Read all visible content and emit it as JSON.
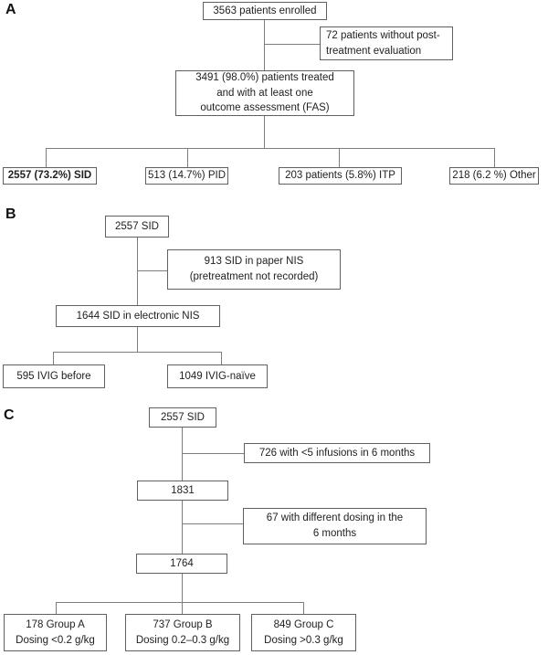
{
  "figure": {
    "panelA": {
      "label": "A",
      "enrolled": "3563 patients enrolled",
      "excluded_line1": "72 patients without post-",
      "excluded_line2": "treatment evaluation",
      "fas_line1": "3491 (98.0%) patients treated",
      "fas_line2": "and with at least one",
      "fas_line3": "outcome assessment (FAS)",
      "sid": "2557 (73.2%) SID",
      "pid": "513 (14.7%) PID",
      "itp": "203 patients (5.8%) ITP",
      "other": "218 (6.2 %) Other"
    },
    "panelB": {
      "label": "B",
      "sid_total": "2557 SID",
      "paper_line1": "913 SID in paper NIS",
      "paper_line2": "(pretreatment not recorded)",
      "electronic": "1644 SID in electronic NIS",
      "ivig_before": "595 IVIG before",
      "ivig_naive": "1049 IVIG-naïve"
    },
    "panelC": {
      "label": "C",
      "sid_total": "2557 SID",
      "excluded_infusions": "726 with <5 infusions in 6 months",
      "n_1831": "1831",
      "excluded_dosing_line1": "67 with different dosing in the",
      "excluded_dosing_line2": "6 months",
      "n_1764": "1764",
      "groupA_line1": "178 Group A",
      "groupA_line2": "Dosing <0.2 g/kg",
      "groupB_line1": "737 Group B",
      "groupB_line2": "Dosing 0.2–0.3 g/kg",
      "groupC_line1": "849 Group C",
      "groupC_line2": "Dosing >0.3 g/kg"
    }
  },
  "colors": {
    "border": "#606060",
    "line": "#7d7d7d",
    "text": "#212121",
    "background": "#ffffff"
  }
}
